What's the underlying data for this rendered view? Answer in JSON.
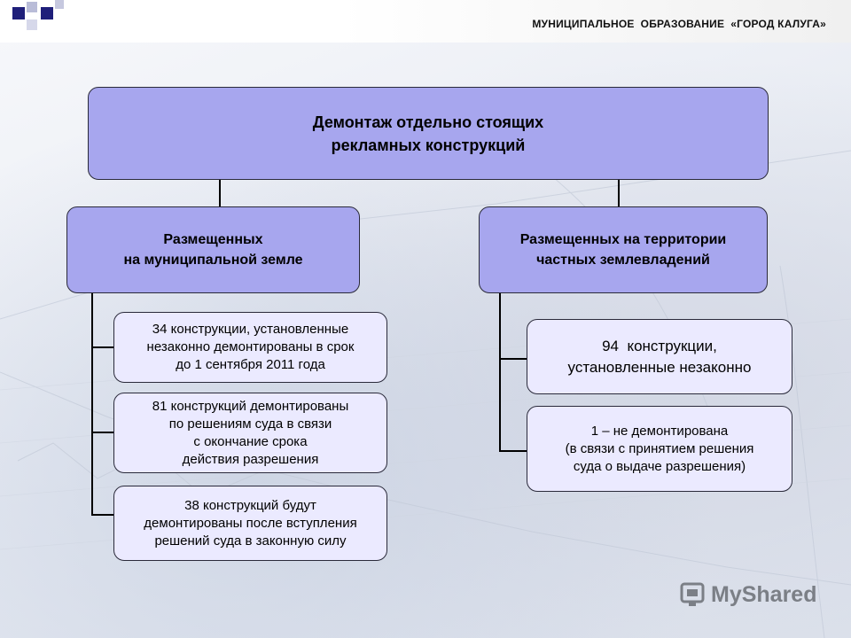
{
  "header": {
    "title": "МУНИЦИПАЛЬНОЕ  ОБРАЗОВАНИЕ  «ГОРОД КАЛУГА»"
  },
  "diagram": {
    "root": {
      "line1": "Демонтаж отдельно стоящих",
      "line2": "рекламных конструкций"
    },
    "left": {
      "line1": "Размещенных",
      "line2": "на муниципальной земле",
      "items": [
        {
          "lines": [
            "34 конструкции, установленные",
            "незаконно демонтированы в срок",
            "до 1 сентября 2011 года"
          ]
        },
        {
          "lines": [
            "81 конструкций демонтированы",
            "по решениям суда в связи",
            "с окончание срока",
            "действия разрешения"
          ]
        },
        {
          "lines": [
            "38 конструкций будут",
            "демонтированы после вступления",
            "решений суда в законную силу"
          ]
        }
      ]
    },
    "right": {
      "line1": "Размещенных на территории",
      "line2": "частных землевладений",
      "items": [
        {
          "lines": [
            "94  конструкции,",
            "установленные незаконно"
          ]
        },
        {
          "lines": [
            "1 – не демонтирована",
            "(в связи с принятием решения",
            "суда о выдаче разрешения)"
          ]
        }
      ]
    }
  },
  "watermark": {
    "text": "MyShared",
    "icon": "myshared-logo-icon"
  },
  "colors": {
    "box_strong": "#a7a6ee",
    "box_light": "#ebeaff",
    "logo_navy": "#1f1f7a"
  }
}
